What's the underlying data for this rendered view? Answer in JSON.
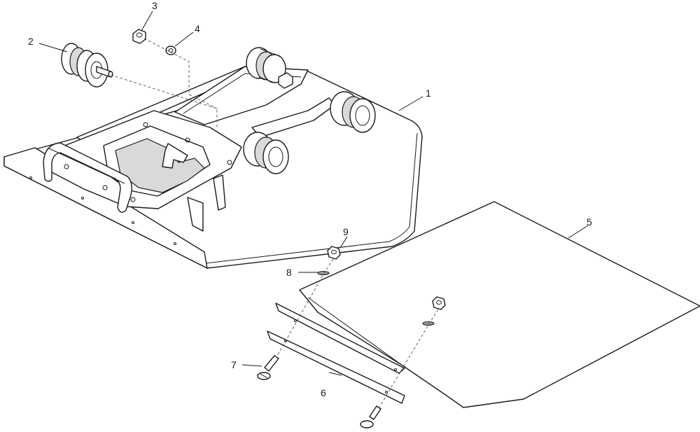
{
  "callouts": [
    {
      "id": "1",
      "label": "1"
    },
    {
      "id": "2",
      "label": "2"
    },
    {
      "id": "3",
      "label": "3"
    },
    {
      "id": "4",
      "label": "4"
    },
    {
      "id": "5",
      "label": "5"
    },
    {
      "id": "6",
      "label": "6"
    },
    {
      "id": "7",
      "label": "7"
    },
    {
      "id": "8",
      "label": "8"
    },
    {
      "id": "9",
      "label": "9"
    }
  ],
  "colors": {
    "line": "#1a1a1a",
    "background": "#ffffff",
    "shade": "#d9d9d9"
  }
}
